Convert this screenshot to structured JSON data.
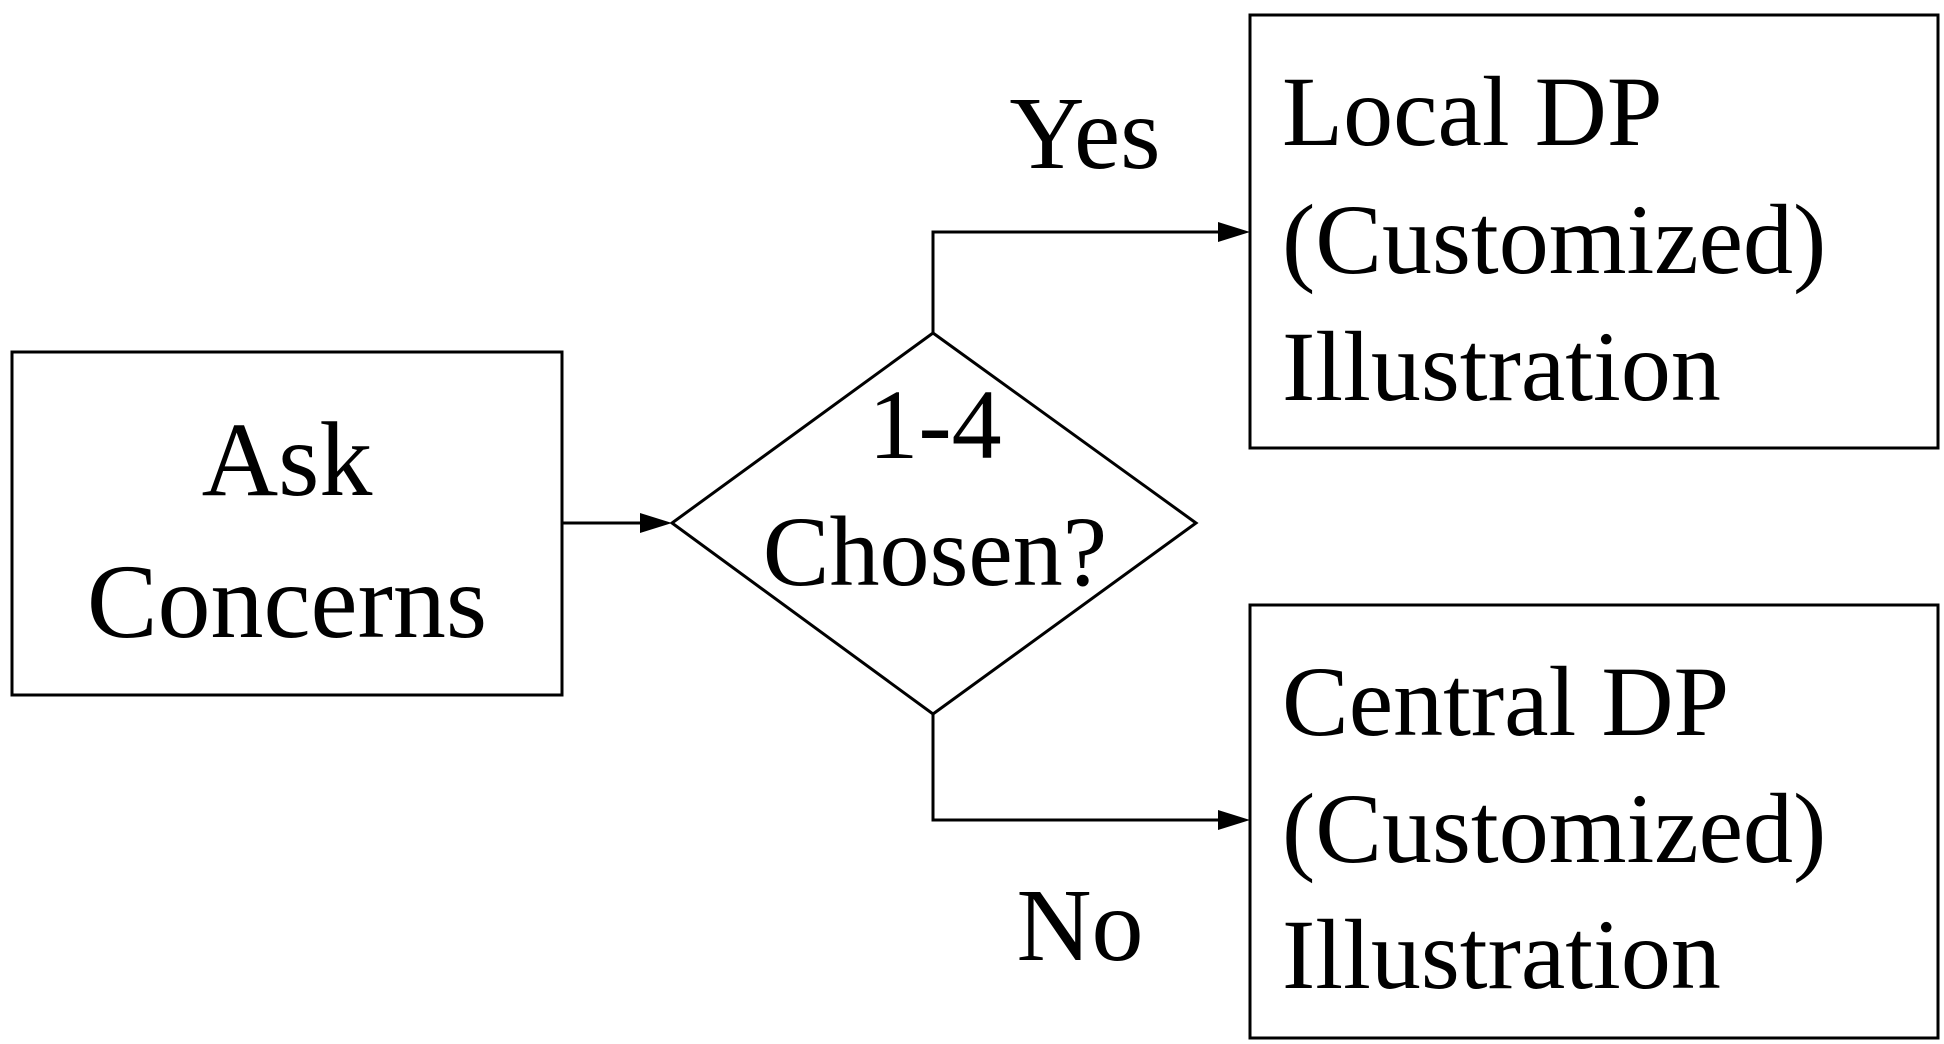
{
  "diagram": {
    "type": "flowchart",
    "nodes": {
      "ask": {
        "line1": "Ask",
        "line2": "Concerns"
      },
      "decision": {
        "line1": "1-4",
        "line2": "Chosen?"
      },
      "local": {
        "line1": "Local DP",
        "line2": "(Customized)",
        "line3": "Illustration"
      },
      "central": {
        "line1": "Central DP",
        "line2": "(Customized)",
        "line3": "Illustration"
      }
    },
    "edge_labels": {
      "yes": "Yes",
      "no": "No"
    },
    "edges": [
      {
        "from": "ask",
        "to": "decision",
        "label": ""
      },
      {
        "from": "decision",
        "to": "local",
        "label": "Yes"
      },
      {
        "from": "decision",
        "to": "central",
        "label": "No"
      }
    ],
    "colors": {
      "stroke": "#000000",
      "fill": "#ffffff",
      "text": "#000000"
    }
  }
}
